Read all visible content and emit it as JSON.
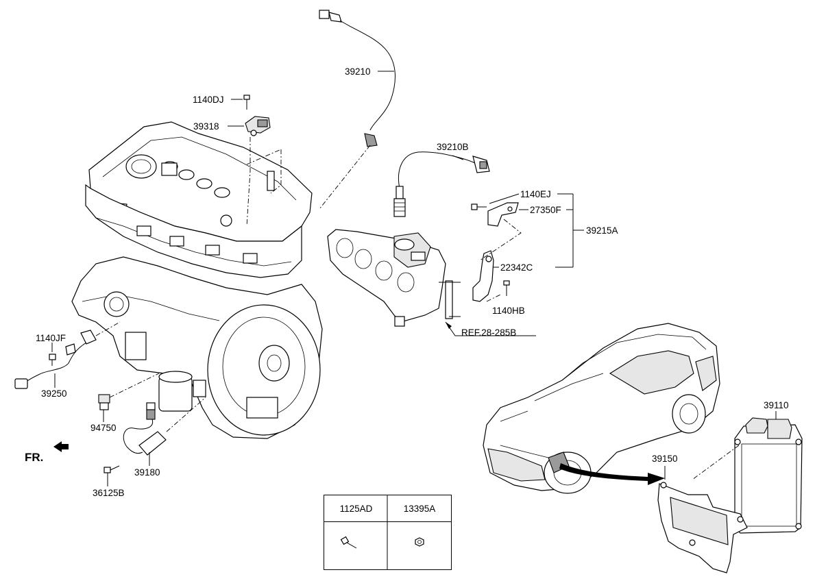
{
  "labels": {
    "l_39210": "39210",
    "l_1140DJ": "1140DJ",
    "l_39318": "39318",
    "l_39210B": "39210B",
    "l_1140EJ": "1140EJ",
    "l_27350F": "27350F",
    "l_39215A": "39215A",
    "l_22342C": "22342C",
    "l_1140HB": "1140HB",
    "l_REF": "REF.28-285B",
    "l_1140JF": "1140JF",
    "l_39250": "39250",
    "l_94750": "94750",
    "l_39180": "39180",
    "l_36125B": "36125B",
    "l_39110": "39110",
    "l_39150": "39150",
    "l_FR": "FR."
  },
  "legend": {
    "col1_header": "1125AD",
    "col2_header": "13395A"
  },
  "icons": {
    "front_arrow": "arrow-left-icon",
    "bolt": "bolt-icon",
    "nut": "nut-icon"
  }
}
